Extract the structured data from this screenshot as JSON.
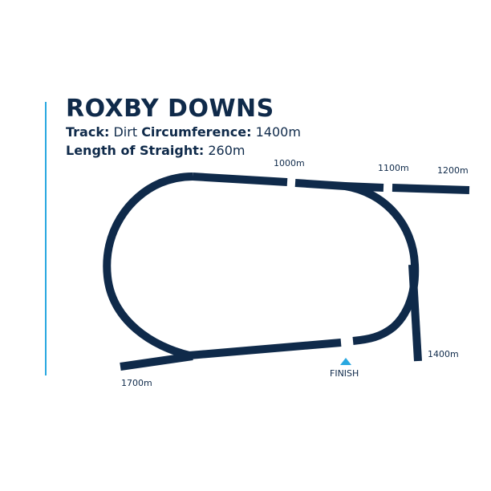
{
  "title": "ROXBY DOWNS",
  "track_label": "Track:",
  "track_value": "Dirt",
  "circumference_label": "Circumference:",
  "circumference_value": "1400m",
  "straight_label": "Length of Straight:",
  "straight_value": "260m",
  "markers": {
    "m1000": "1000m",
    "m1100": "1100m",
    "m1200": "1200m",
    "m1400": "1400m",
    "m1700": "1700m",
    "finish": "FINISH"
  },
  "colors": {
    "track": "#0f2a4a",
    "accent": "#29a8e0"
  }
}
